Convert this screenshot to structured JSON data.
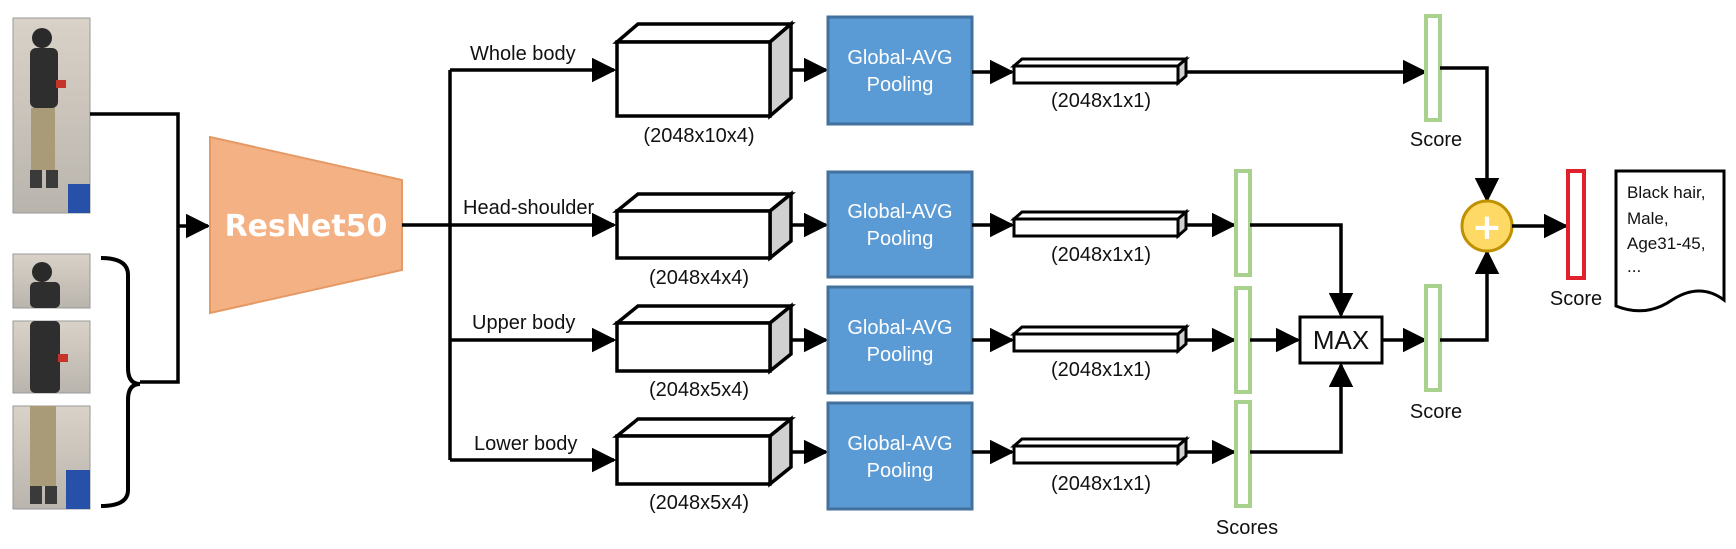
{
  "colors": {
    "backbone_fill": "#F4B183",
    "backbone_stroke": "#E59A66",
    "pool_fill": "#5B9BD5",
    "pool_stroke": "#41719C",
    "score_green": "#A9D18E",
    "score_red": "#E0202A",
    "plus_fill": "#FFD966",
    "plus_stroke": "#BF9000",
    "tensor_side": "#D0D0D0"
  },
  "backbone": {
    "label": "ResNet50"
  },
  "branches": [
    {
      "label": "Whole body",
      "tensor": "(2048x10x4)",
      "pool_line1": "Global-AVG",
      "pool_line2": "Pooling",
      "vector": "(2048x1x1)"
    },
    {
      "label": "Head-shoulder",
      "tensor": "(2048x4x4)",
      "pool_line1": "Global-AVG",
      "pool_line2": "Pooling",
      "vector": "(2048x1x1)"
    },
    {
      "label": "Upper body",
      "tensor": "(2048x5x4)",
      "pool_line1": "Global-AVG",
      "pool_line2": "Pooling",
      "vector": "(2048x1x1)"
    },
    {
      "label": "Lower body",
      "tensor": "(2048x5x4)",
      "pool_line1": "Global-AVG",
      "pool_line2": "Pooling",
      "vector": "(2048x1x1)"
    }
  ],
  "scores": {
    "whole_score": "Score",
    "part_scores": "Scores",
    "max_label": "MAX",
    "max_score": "Score",
    "plus_symbol": "+",
    "final_score": "Score"
  },
  "output": {
    "lines": [
      "Black hair,",
      "Male,",
      "Age31-45,",
      "..."
    ]
  },
  "input_images": [
    {
      "icon": "person-full-image"
    },
    {
      "icon": "person-head-crop"
    },
    {
      "icon": "person-upper-crop"
    },
    {
      "icon": "person-lower-crop"
    }
  ]
}
